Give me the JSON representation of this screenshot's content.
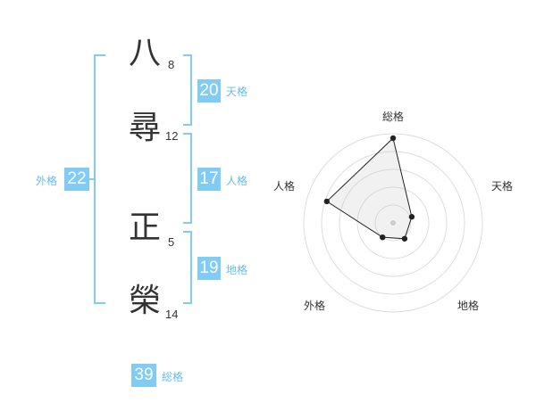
{
  "name_chars": [
    {
      "char": "八",
      "strokes": "8"
    },
    {
      "char": "尋",
      "strokes": "12"
    },
    {
      "char": "正",
      "strokes": "5"
    },
    {
      "char": "榮",
      "strokes": "14"
    }
  ],
  "fortunes": {
    "tenkaku": {
      "value": "20",
      "label": "天格"
    },
    "jinkaku": {
      "value": "17",
      "label": "人格"
    },
    "chikaku": {
      "value": "19",
      "label": "地格"
    },
    "gaikaku": {
      "value": "22",
      "label": "外格"
    },
    "soukaku": {
      "value": "39",
      "label": "総格"
    }
  },
  "radar": {
    "axes": [
      "総格",
      "天格",
      "地格",
      "外格",
      "人格"
    ],
    "values": [
      0.95,
      0.22,
      0.22,
      0.2,
      0.78
    ],
    "rings": 5
  },
  "colors": {
    "accent": "#80ccf5",
    "accent_text": "#69bde8",
    "bracket": "#80ccf5"
  }
}
